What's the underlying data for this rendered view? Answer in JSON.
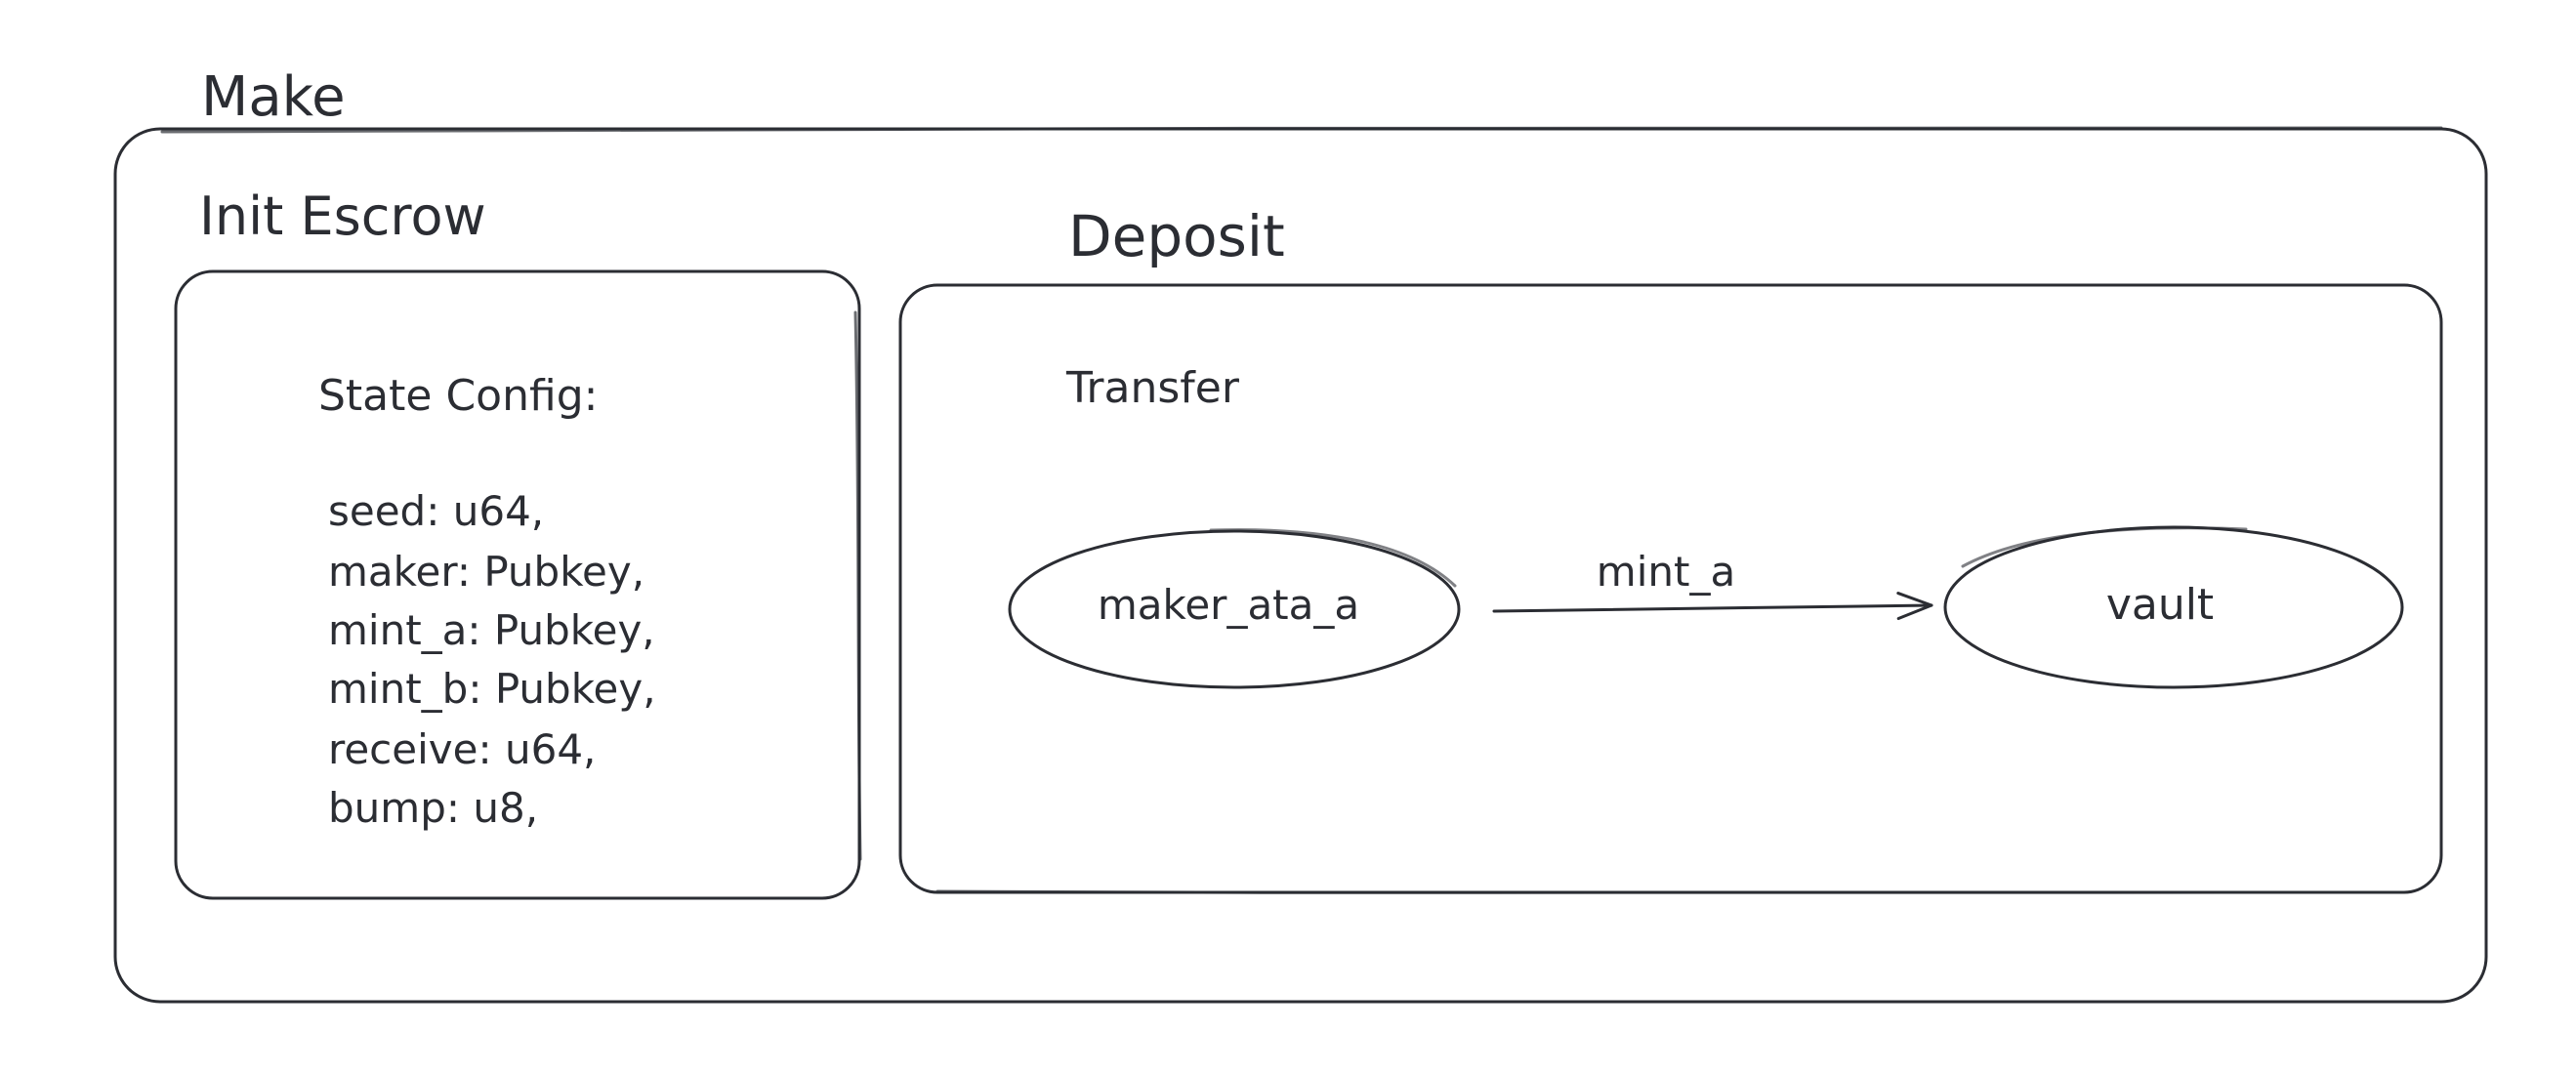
{
  "colors": {
    "ink": "#2b2d33",
    "background": "#ffffff"
  },
  "make": {
    "title": "Make"
  },
  "init_escrow": {
    "title": "Init Escrow",
    "state_heading": "State Config:",
    "fields": [
      "seed: u64,",
      "maker: Pubkey,",
      "mint_a: Pubkey,",
      "mint_b: Pubkey,",
      "receive: u64,",
      "bump: u8,"
    ]
  },
  "deposit": {
    "title": "Deposit",
    "transfer_label": "Transfer",
    "source_node": "maker_ata_a",
    "target_node": "vault",
    "edge_label": "mint_a"
  }
}
